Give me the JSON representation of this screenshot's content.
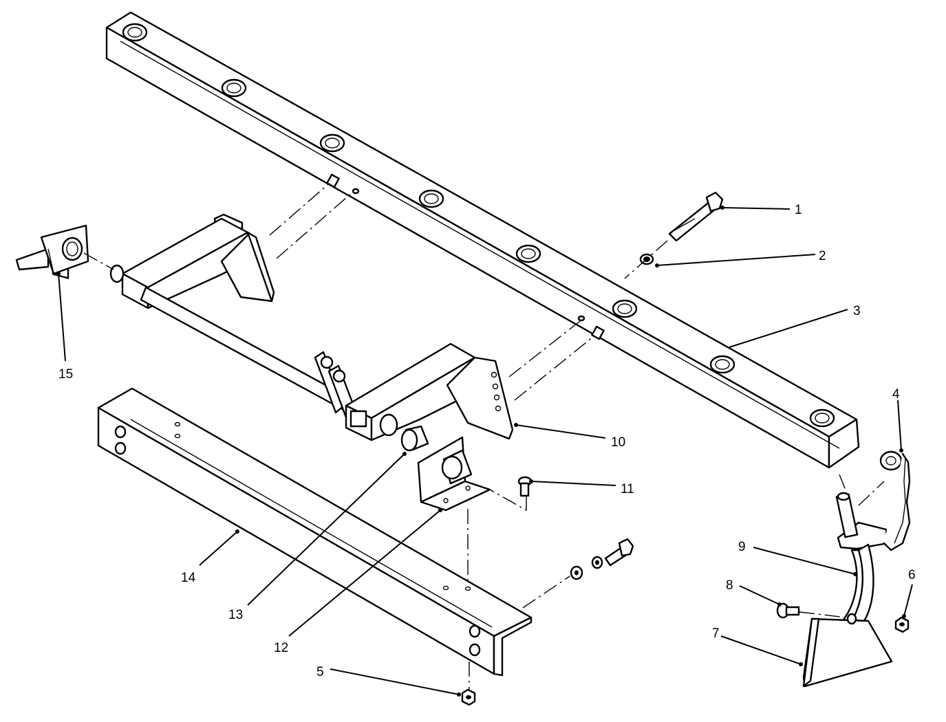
{
  "callouts": [
    {
      "id": "1",
      "part": "bolt"
    },
    {
      "id": "2",
      "part": "lock-washer"
    },
    {
      "id": "3",
      "part": "tool-bar"
    },
    {
      "id": "4",
      "part": "lynch-pin-with-chain"
    },
    {
      "id": "5",
      "part": "nut"
    },
    {
      "id": "6",
      "part": "nut"
    },
    {
      "id": "7",
      "part": "sweep"
    },
    {
      "id": "8",
      "part": "plow-bolt"
    },
    {
      "id": "9",
      "part": "shank"
    },
    {
      "id": "10",
      "part": "mounting-bracket"
    },
    {
      "id": "11",
      "part": "carriage-bolt"
    },
    {
      "id": "12",
      "part": "bearing-bracket"
    },
    {
      "id": "13",
      "part": "bushing"
    },
    {
      "id": "14",
      "part": "angle-frame"
    },
    {
      "id": "15",
      "part": "end-bearing-bracket"
    }
  ]
}
